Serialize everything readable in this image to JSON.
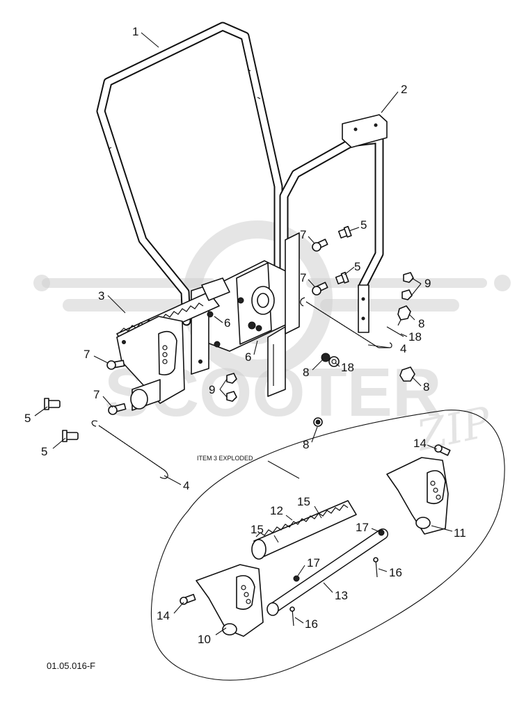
{
  "callouts": {
    "c1": "1",
    "c2": "2",
    "c3": "3",
    "c4a": "4",
    "c4b": "4",
    "c5a": "5",
    "c5b": "5",
    "c5c": "5",
    "c5d": "5",
    "c6a": "6",
    "c6b": "6",
    "c7a": "7",
    "c7b": "7",
    "c7c": "7",
    "c7d": "7",
    "c8a": "8",
    "c8b": "8",
    "c8c": "8",
    "c8d": "8",
    "c9a": "9",
    "c9b": "9",
    "c10": "10",
    "c11": "11",
    "c12": "12",
    "c13": "13",
    "c14a": "14",
    "c14b": "14",
    "c15a": "15",
    "c15b": "15",
    "c16a": "16",
    "c16b": "16",
    "c17a": "17",
    "c17b": "17",
    "c18a": "18",
    "c18b": "18"
  },
  "exploded_label": "ITEM 3 EXPLODED",
  "drawing_code": "01.05.016-F",
  "watermark": {
    "brand": "SCOOTER",
    "script": "ZIP"
  },
  "colors": {
    "line": "#111111",
    "watermark": "#cfcfcf",
    "background": "#ffffff"
  }
}
